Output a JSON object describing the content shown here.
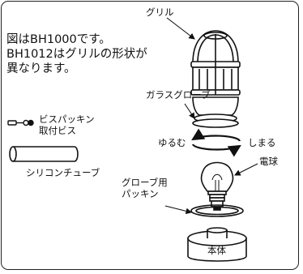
{
  "note": {
    "line1": "図はBH1000です。",
    "line2": "BH1012はグリルの形状が",
    "line3": "異なります。"
  },
  "labels": {
    "grille": "グリル",
    "glass_globe": "ガラスグローブ",
    "screw_packing_1": "ビスパッキン",
    "screw_packing_2": "取付ビス",
    "silicone_tube": "シリコンチューブ",
    "loosen": "ゆるむ",
    "tighten": "しまる",
    "bulb": "電球",
    "globe_packing_1": "グローブ用",
    "globe_packing_2": "パッキン",
    "body": "本体"
  }
}
